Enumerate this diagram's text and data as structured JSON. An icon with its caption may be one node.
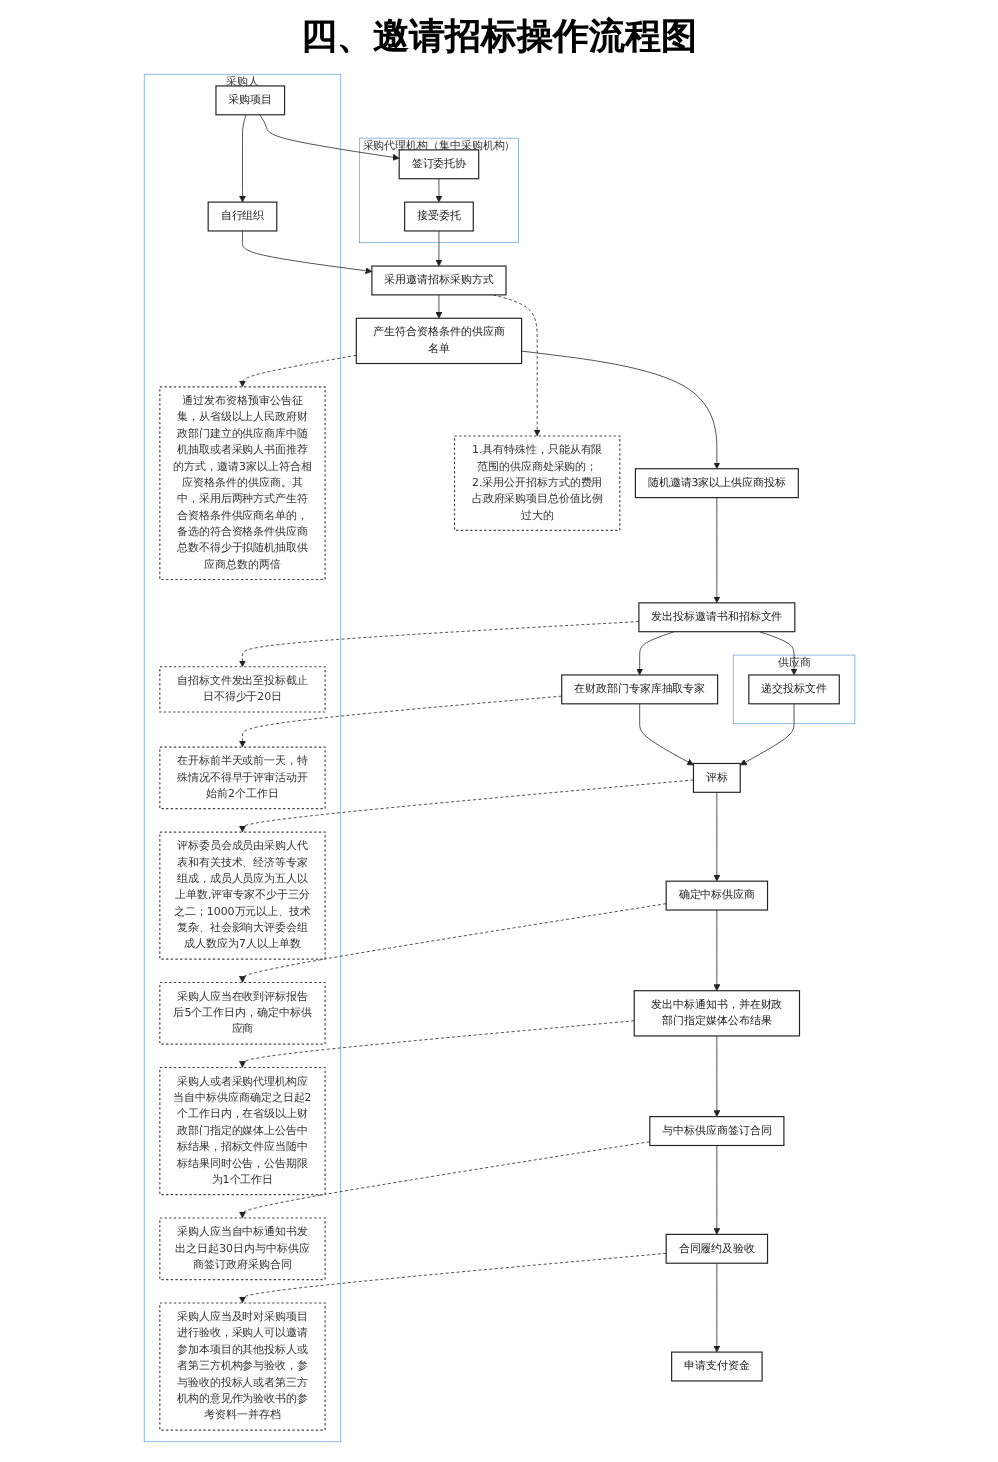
{
  "diagram": {
    "title": "四、邀请招标操作流程图",
    "nodes": [
      {
        "text": [
          "供应商"
        ]
      },
      {
        "text": [
          "采购代理机构（集中采购机构）"
        ]
      },
      {
        "text": [
          "采购人"
        ]
      },
      {
        "text": [
          "签订委托协"
        ],
        "in": 1
      },
      {
        "text": [
          "采购项目"
        ],
        "in": 2
      },
      {
        "text": [
          "接受委托"
        ],
        "in": 1
      },
      {
        "text": [
          "自行组织"
        ],
        "in": 2
      },
      {
        "text": [
          "1.具有特殊性，只能从有限范围的供应商处采购的；",
          "2.采用公开招标方式的费用占政府采购项目总价值比例过大的"
        ]
      },
      {
        "text": [
          "采用邀请招标采购方式"
        ]
      },
      {
        "text": [
          "产生符合资格条件的供应商名单"
        ]
      },
      {
        "text": [
          "通过发布资格预审公告征集，从省级以上人民政府财政部门建立的供应商库中随机抽取或者采购人书面推荐的方式，邀请3家以上符合相应资格条件的供应商。其中，采用后两种方式产生符合资格条件供应商名单的，备选的符合资格条件供应商总数不得少于拟随机抽取供应商总数的两倍"
        ],
        "in": 2
      },
      {
        "text": [
          "随机邀请3家以上供应商投标"
        ]
      },
      {
        "text": [
          "发出投标邀请书和招标文件"
        ]
      },
      {
        "text": [
          "自招标文件发出至投标截止日不得少于20日"
        ],
        "in": 2
      },
      {
        "text": [
          "在财政部门专家库抽取专家"
        ]
      },
      {
        "text": [
          "在开标前半天或前一天，特殊情况不得早于评审活动开始前2个工作日"
        ],
        "in": 2
      },
      {
        "text": [
          "递交投标文件"
        ],
        "in": 0
      },
      {
        "text": [
          "评标"
        ]
      },
      {
        "text": [
          "评标委员会成员由采购人代表和有关技术、经济等专家组成，成员人员应为五人以上单数,评审专家不少于三分之二；1000万元以上、技术复杂、社会影响大评委会组成人数应为7人以上单数"
        ],
        "in": 2
      },
      {
        "text": [
          "确定中标供应商"
        ]
      },
      {
        "text": [
          "采购人应当在收到评标报告后5个工作日内，确定中标供应商"
        ],
        "in": 2
      },
      {
        "text": [
          "发出中标通知书，并在财政部门指定媒体公布结果"
        ]
      },
      {
        "text": [
          "采购人或者采购代理机构应当自中标供应商确定之日起2个工作日内，在省级以上财政部门指定的媒体上公告中标结果，招标文件应当随中标结果同时公告，公告期限为1个工作日"
        ],
        "in": 2
      },
      {
        "text": [
          "与中标供应商签订合同"
        ]
      },
      {
        "text": [
          "采购人应当自中标通知书发出之日起30日内与中标供应商签订政府采购合同"
        ],
        "in": 2
      },
      {
        "text": [
          "合同履约及验收"
        ]
      },
      {
        "text": [
          "采购人应当及时对采购项目进行验收，采购人可以邀请参加本项目的其他投标人或者第三方机构参与验收，参与验收的投标人或者第三方机构的意见作为验收书的参考资料一并存档"
        ],
        "in": 2
      },
      {
        "text": [
          "申请支付资金"
        ]
      }
    ],
    "edges": [
      {
        "from": 4,
        "to": 3,
        "arrow": "to"
      },
      {
        "from": 3,
        "to": 5,
        "arrow": "to"
      },
      {
        "from": 4,
        "to": 6,
        "arrow": "to"
      },
      {
        "from": 5,
        "to": 8,
        "arrow": "to"
      },
      {
        "from": 6,
        "to": 8,
        "arrow": "to"
      },
      {
        "from": 8,
        "to": 7,
        "arrow": "to",
        "style": "dashed"
      },
      {
        "from": 8,
        "to": 9,
        "arrow": "to"
      },
      {
        "from": 9,
        "to": 10,
        "arrow": "to",
        "style": "dashed"
      },
      {
        "from": 9,
        "to": 11,
        "arrow": "to"
      },
      {
        "from": 11,
        "to": 12,
        "arrow": "to"
      },
      {
        "from": 12,
        "to": 13,
        "arrow": "to",
        "style": "dashed"
      },
      {
        "from": 12,
        "to": 14,
        "arrow": "to"
      },
      {
        "from": 12,
        "to": 16,
        "arrow": "to"
      },
      {
        "from": 14,
        "to": 15,
        "arrow": "to",
        "style": "dashed"
      },
      {
        "from": 14,
        "to": 17,
        "arrow": "to"
      },
      {
        "from": 16,
        "to": 17,
        "arrow": "to"
      },
      {
        "from": 17,
        "to": 18,
        "arrow": "to",
        "style": "dashed"
      },
      {
        "from": 17,
        "to": 19,
        "arrow": "to"
      },
      {
        "from": 19,
        "to": 20,
        "arrow": "to",
        "style": "dashed"
      },
      {
        "from": 19,
        "to": 21,
        "arrow": "to"
      },
      {
        "from": 21,
        "to": 22,
        "arrow": "to",
        "style": "dashed"
      },
      {
        "from": 21,
        "to": 23,
        "arrow": "to"
      },
      {
        "from": 23,
        "to": 24,
        "arrow": "to",
        "style": "dashed"
      },
      {
        "from": 23,
        "to": 25,
        "arrow": "to"
      },
      {
        "from": 25,
        "to": 26,
        "arrow": "to",
        "style": "dashed"
      },
      {
        "from": 25,
        "to": 27,
        "arrow": "to"
      }
    ]
  }
}
